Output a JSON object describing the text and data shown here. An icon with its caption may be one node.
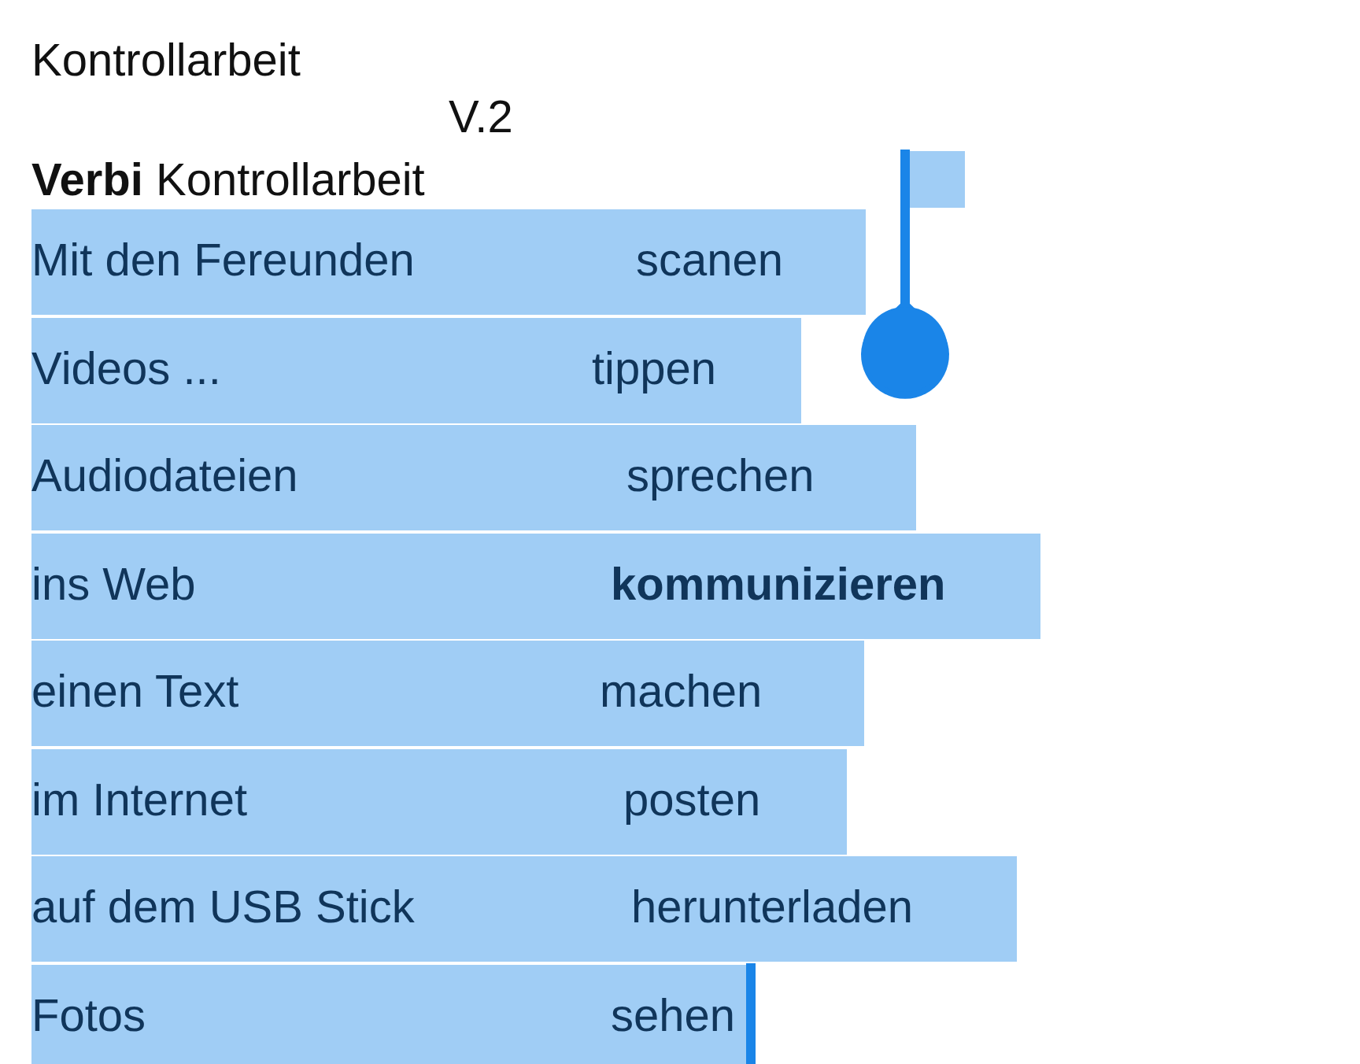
{
  "diagram": {
    "title": "Kontrollarbeit",
    "labels": [
      "V.2",
      "**Verbi** Kontrollarbeit",
      "Mit den Fereunden",
      "scanen",
      "Videos ...",
      "tippen",
      "Audiodateien",
      "sprechen",
      "ins Web",
      "kommunizieren",
      "einen Text",
      "machen",
      "im Internet",
      "posten",
      "auf dem USB Stick",
      "herunterladen",
      "Fotos",
      "sehen"
    ]
  }
}
